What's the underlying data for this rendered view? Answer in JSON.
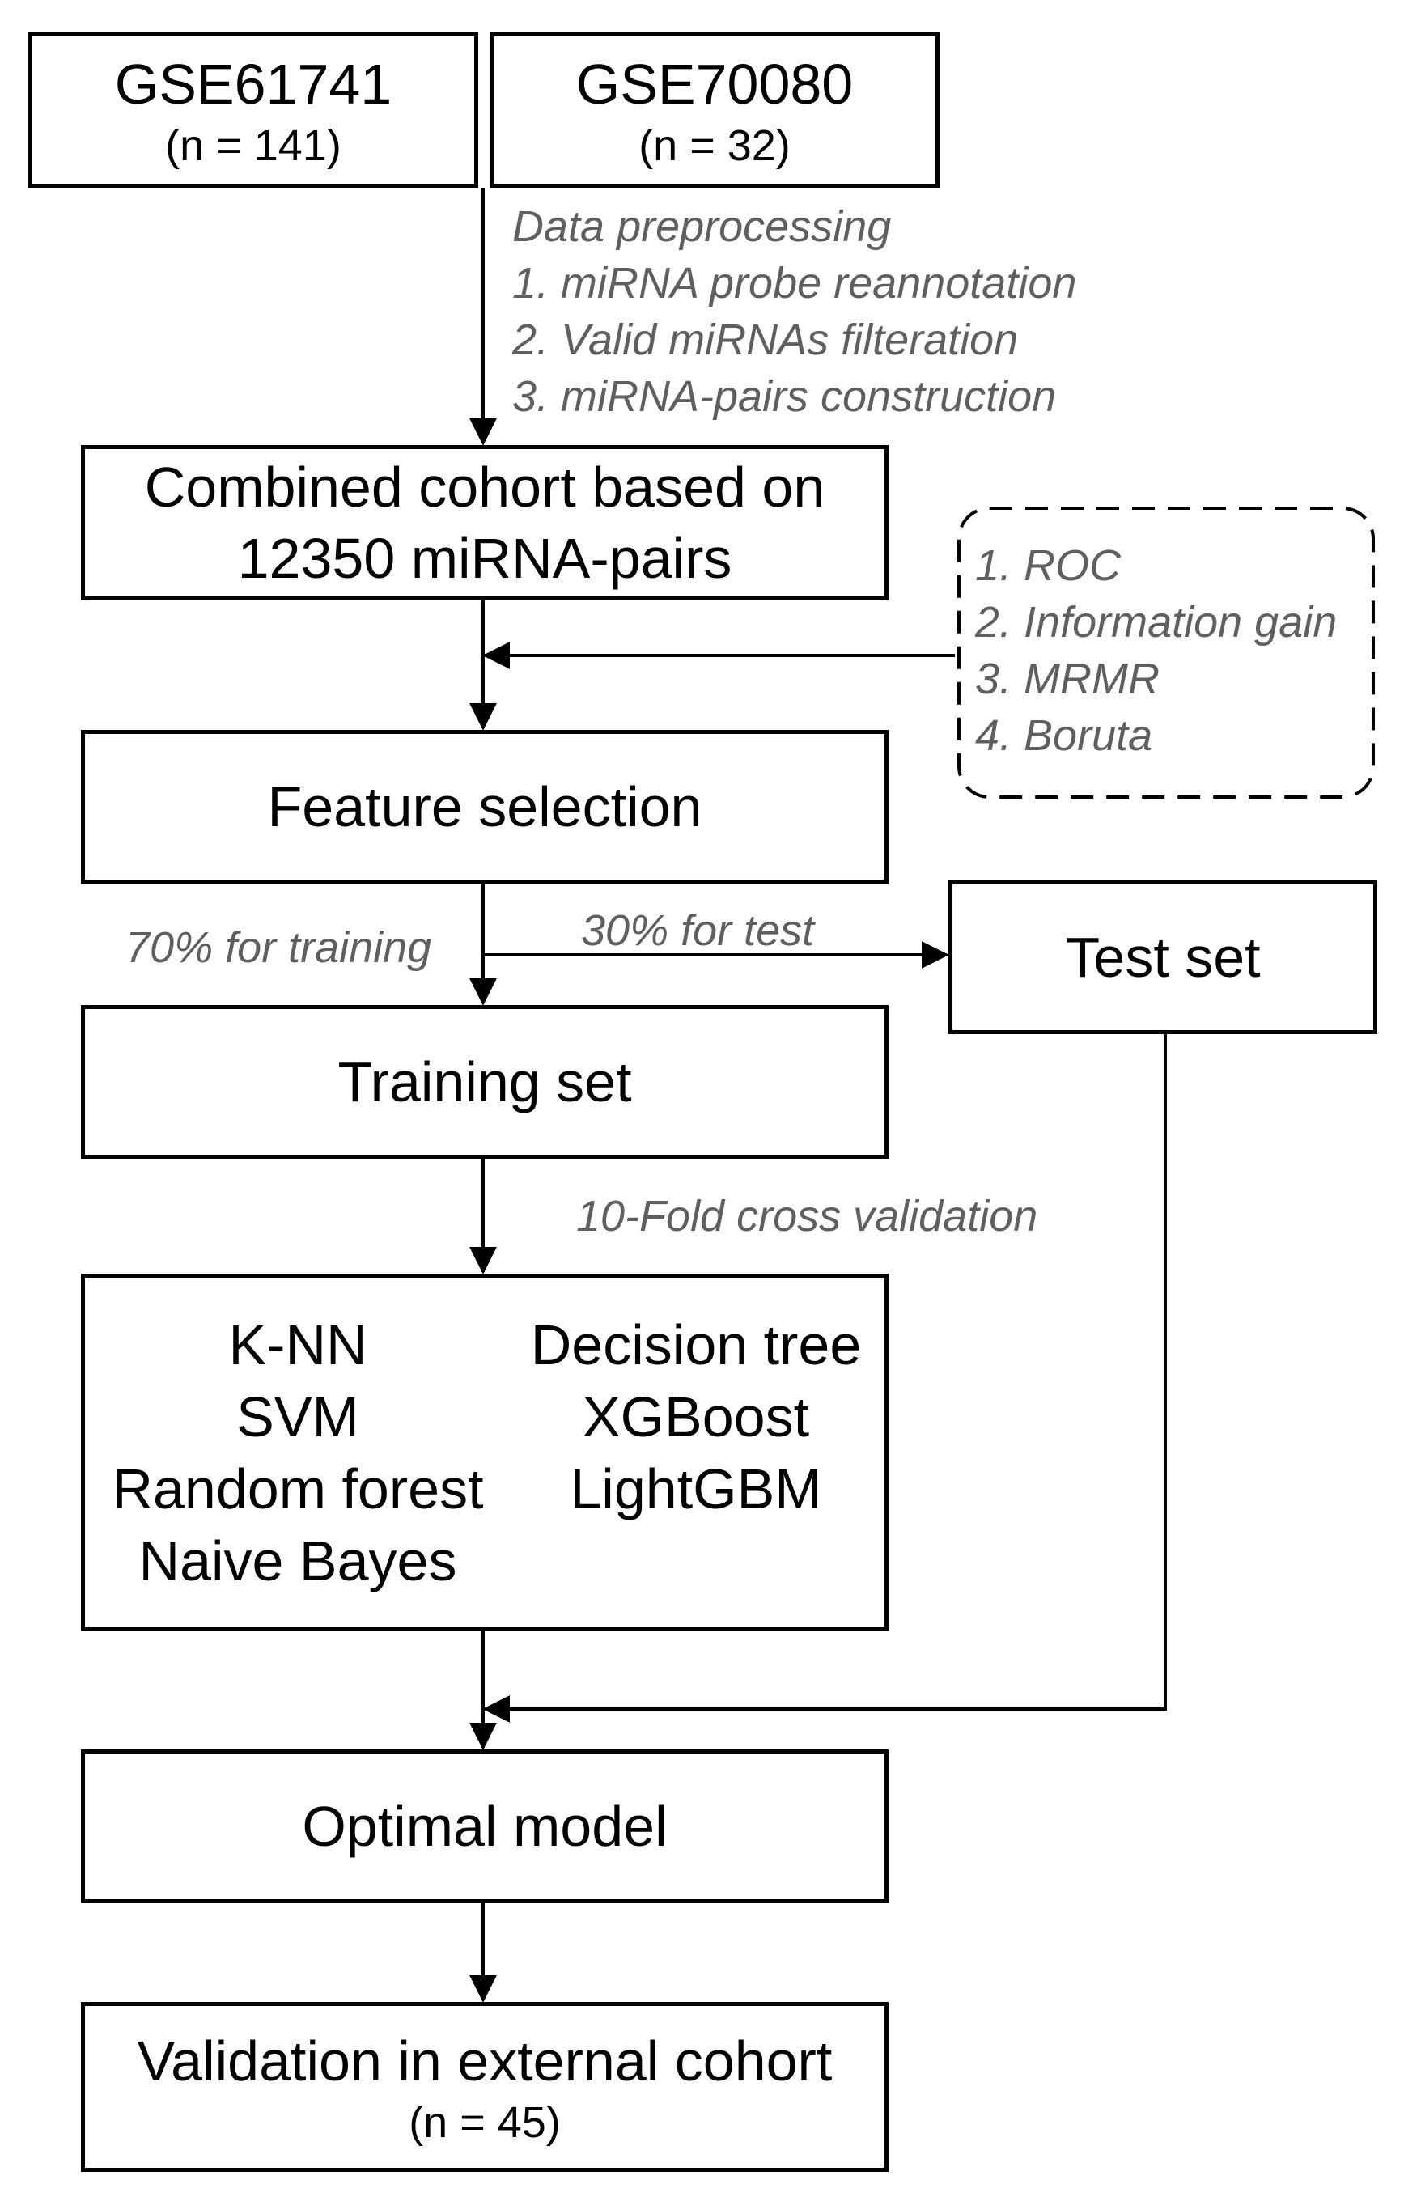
{
  "datasets": [
    {
      "name": "GSE61741",
      "n": "(n = 141)"
    },
    {
      "name": "GSE70080",
      "n": "(n = 32)"
    }
  ],
  "preprocessing": {
    "title": "Data preprocessing",
    "steps": [
      "1. miRNA probe reannotation",
      "2. Valid miRNAs filteration",
      "3. miRNA-pairs construction"
    ]
  },
  "combined": {
    "line1": "Combined cohort based on",
    "line2": "12350 miRNA-pairs"
  },
  "methods": [
    "1. ROC",
    "2. Information gain",
    "3. MRMR",
    "4. Boruta"
  ],
  "feature_selection": "Feature selection",
  "split": {
    "train_label": "70% for training",
    "test_label": "30% for test"
  },
  "test_set": "Test set",
  "training_set": "Training set",
  "cv_label": "10-Fold cross validation",
  "models": {
    "left": [
      "K-NN",
      "SVM",
      "Random forest",
      "Naive Bayes"
    ],
    "right": [
      "Decision tree",
      "XGBoost",
      "LightGBM"
    ]
  },
  "optimal_model": "Optimal model",
  "validation": {
    "title": "Validation in external cohort",
    "n": "(n = 45)"
  }
}
